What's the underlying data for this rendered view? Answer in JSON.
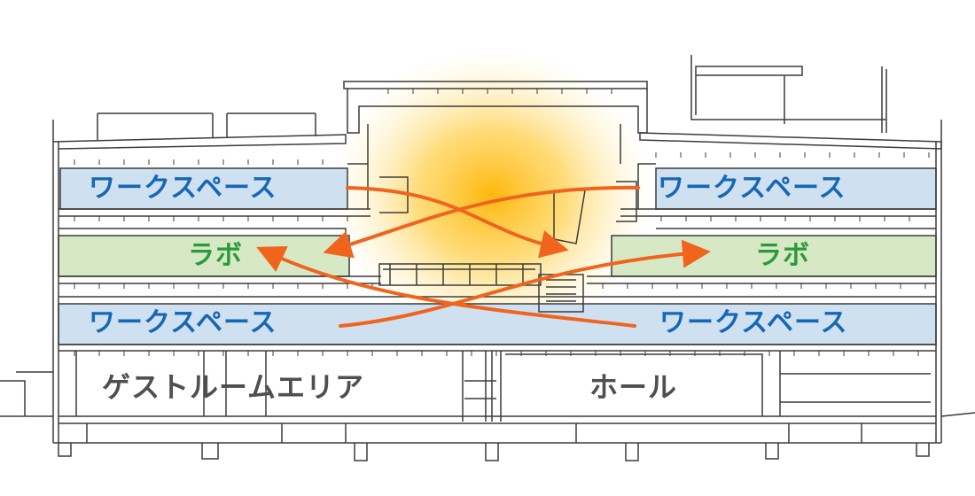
{
  "sections": {
    "workspace_upper_left": "ワークスペース",
    "workspace_upper_right": "ワークスペース",
    "lab_left": "ラボ",
    "lab_right": "ラボ",
    "workspace_lower_left": "ワークスペース",
    "workspace_lower_right": "ワークスペース",
    "guest_room_area": "ゲストルームエリア",
    "hall": "ホール"
  },
  "colors": {
    "workspace_fill": "#cfe0f1",
    "lab_fill": "#d6e8c4",
    "label_blue": "#1668b4",
    "label_green": "#2b9a3a",
    "label_gray": "#4f4f4f",
    "arrow": "#f0641e",
    "atrium_glow": "#ffb400",
    "linework": "#3c3c3c"
  }
}
